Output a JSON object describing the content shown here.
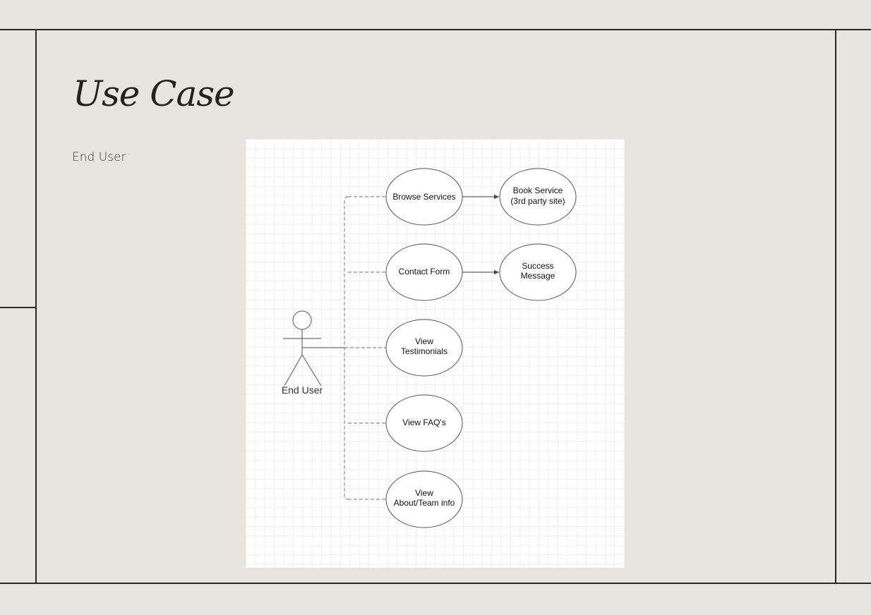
{
  "slide": {
    "title": "Use Case",
    "subtitle": "End User"
  },
  "diagram": {
    "actor": "End User",
    "use_cases": [
      {
        "id": "browse",
        "lines": [
          "Browse Services"
        ]
      },
      {
        "id": "book",
        "lines": [
          "Book Service",
          "(3rd party site)"
        ]
      },
      {
        "id": "contact",
        "lines": [
          "Contact Form"
        ]
      },
      {
        "id": "success",
        "lines": [
          "Success",
          "Message"
        ]
      },
      {
        "id": "testimonials",
        "lines": [
          "View",
          "Testimonials"
        ]
      },
      {
        "id": "faq",
        "lines": [
          "View FAQ's"
        ]
      },
      {
        "id": "about",
        "lines": [
          "View",
          "About/Team info"
        ]
      }
    ],
    "associations": [
      "browse",
      "contact",
      "testimonials",
      "faq",
      "about"
    ],
    "flows": [
      {
        "from": "browse",
        "to": "book"
      },
      {
        "from": "contact",
        "to": "success"
      }
    ],
    "colors": {
      "background": "#e8e5e0",
      "frame_line": "#2b2a26",
      "grid": "#eeeeee",
      "stroke": "#555555"
    }
  }
}
